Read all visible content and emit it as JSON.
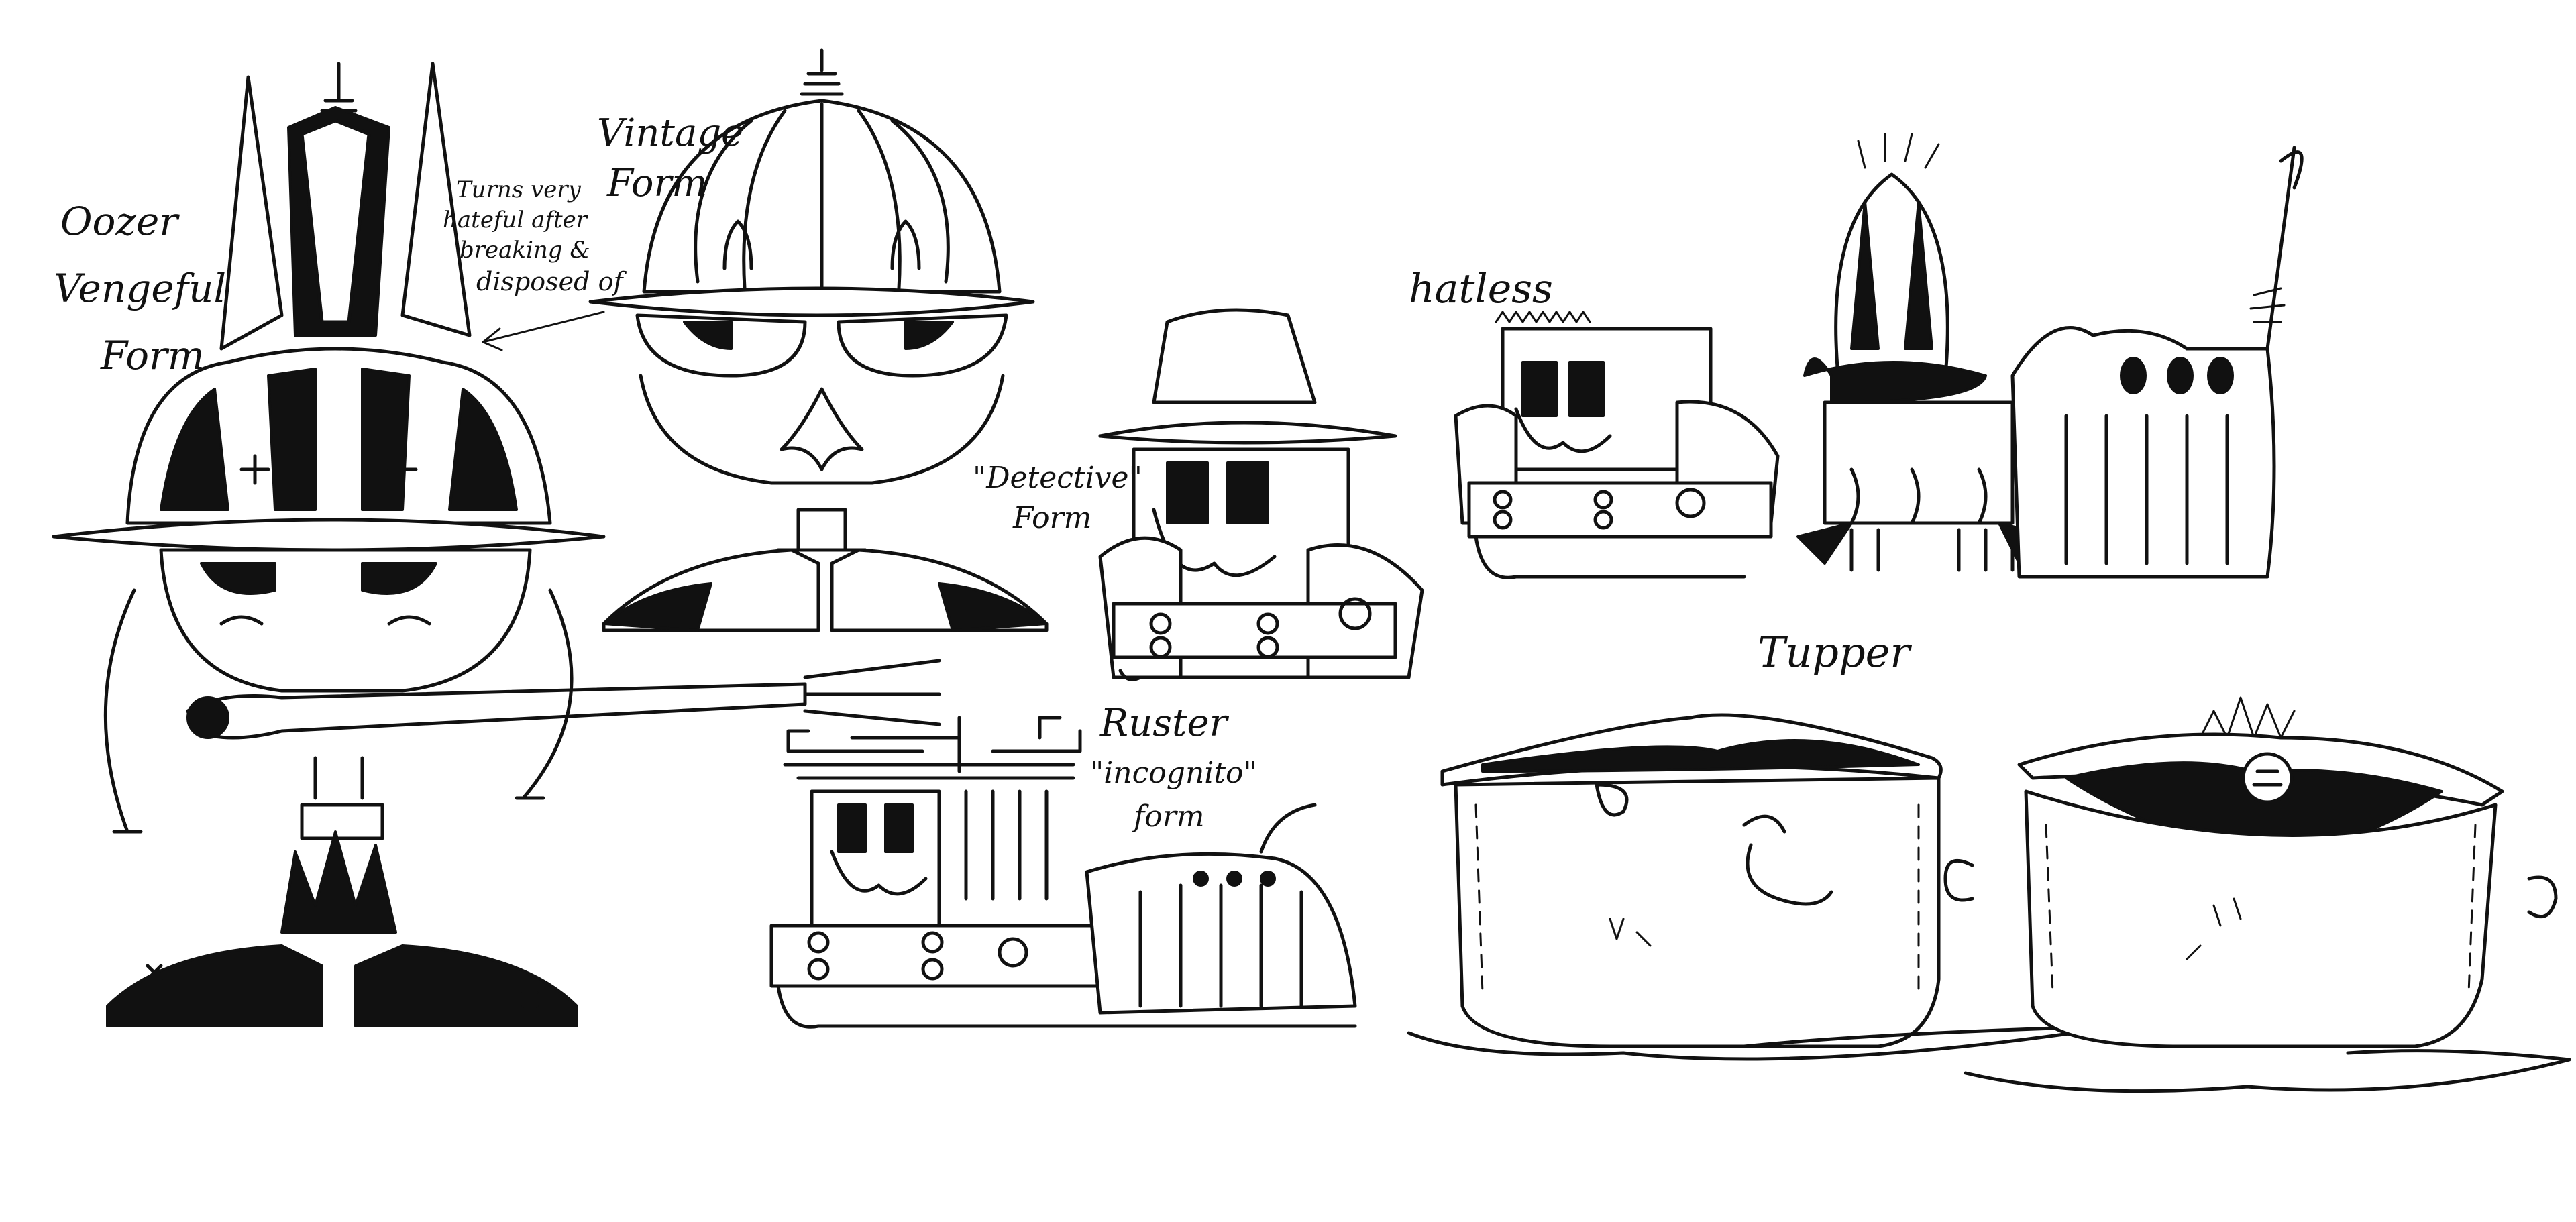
{
  "colors": {
    "ink": "#111111",
    "paper": "#ffffff"
  },
  "labels": {
    "oozer_line1": "Oozer",
    "oozer_line2": "Vengeful",
    "oozer_line3": "Form",
    "vintage_line1": "Vintage",
    "vintage_line2": "Form",
    "note_line1": "Turns very",
    "note_line2": "hateful after",
    "note_line3": "breaking &",
    "note_line4": "disposed of",
    "detective_line1": "\"Detective\"",
    "detective_line2": "Form",
    "hatless": "hatless",
    "ruster_line1": "Ruster",
    "ruster_line2": "\"incognito\"",
    "ruster_line3": "form",
    "tupper": "Tupper"
  }
}
